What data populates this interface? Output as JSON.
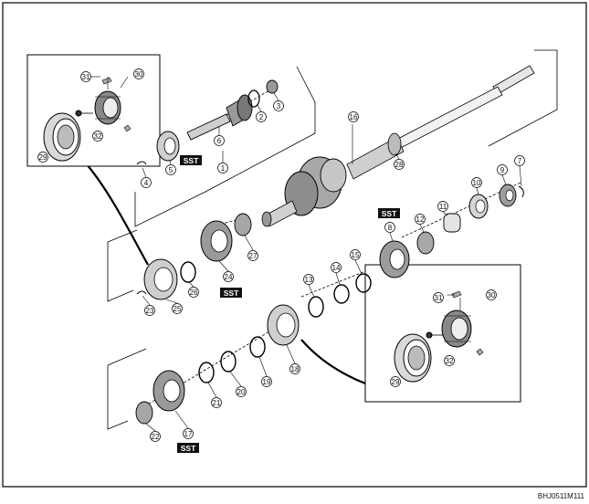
{
  "callouts": {
    "c1": "1",
    "c2": "2",
    "c3": "3",
    "c4": "4",
    "c5": "5",
    "c6": "6",
    "c7": "7",
    "c8": "8",
    "c9": "9",
    "c10": "10",
    "c11": "11",
    "c12": "12",
    "c13": "13",
    "c14": "14",
    "c15": "15",
    "c16": "16",
    "c17": "17",
    "c18": "18",
    "c19": "19",
    "c20": "20",
    "c21": "21",
    "c22": "22",
    "c23": "23",
    "c24": "24",
    "c25": "25",
    "c26": "26",
    "c27": "27",
    "c28": "28",
    "d29a": "29",
    "d30a": "30",
    "d31a": "31",
    "d32a": "32",
    "d29b": "29",
    "d30b": "30",
    "d31b": "31",
    "d32b": "32"
  },
  "sst_label": "SST",
  "figure_code": "BHJ0511M111"
}
